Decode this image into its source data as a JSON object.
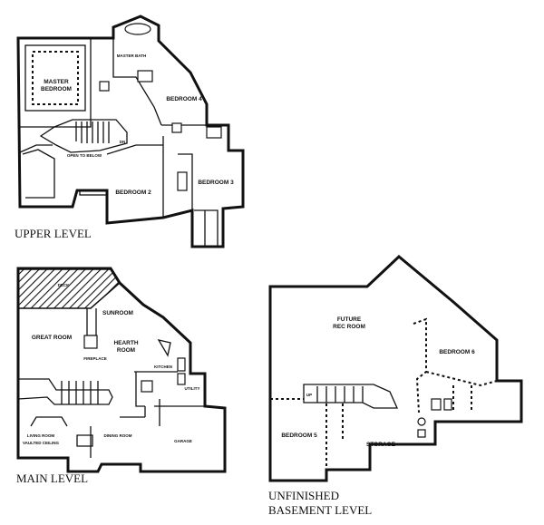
{
  "upper": {
    "title": "UPPER LEVEL",
    "rooms": {
      "master_bath": "MASTER BATH",
      "master_bedroom_1": "MASTER",
      "master_bedroom_2": "BEDROOM",
      "bedroom4": "BEDROOM 4",
      "open_to_below": "OPEN TO BELOW",
      "dn": "DN",
      "bedroom2": "BEDROOM 2",
      "bedroom3": "BEDROOM 3"
    }
  },
  "main": {
    "title": "MAIN LEVEL",
    "rooms": {
      "deck": "DECK",
      "sunroom": "SUNROOM",
      "great_room": "GREAT ROOM",
      "hearth_room_1": "HEARTH",
      "hearth_room_2": "ROOM",
      "fireplace": "FIREPLACE",
      "kitchen": "KITCHEN",
      "utility": "UTILITY",
      "living_room": "LIVING ROOM",
      "vaulted_ceiling": "VAULTED CEILING",
      "dining_room": "DINING ROOM",
      "garage": "GARAGE"
    }
  },
  "basement": {
    "title_line1": "UNFINISHED",
    "title_line2": "BASEMENT LEVEL",
    "rooms": {
      "future_1": "FUTURE",
      "future_2": "REC ROOM",
      "bedroom6": "BEDROOM 6",
      "up": "UP",
      "bedroom5": "BEDROOM 5",
      "storage": "STORAGE"
    }
  }
}
